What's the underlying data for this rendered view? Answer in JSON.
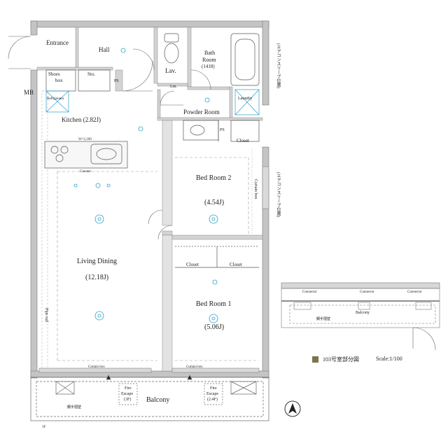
{
  "rooms": {
    "entrance": "Entrance",
    "hall": "Hall",
    "lav": "Lav.",
    "bath": "Bath",
    "bath2": "Room",
    "bath_size": "(1418)",
    "shoes1": "Shoes",
    "shoes2": "box",
    "sto": "Sto.",
    "ps": "PS",
    "lin": "Lin.",
    "mb": "MB",
    "refrigerator": "Refrigerator",
    "powder_room": "Powder Room",
    "laundry": "Laundry",
    "kitchen": "Kitchen (2.82J)",
    "ps2": "PS",
    "closet": "Closet",
    "w_dim": "W=2,100",
    "counter": "Counter",
    "bed2": "Bed Room 2",
    "bed2_size": "(4.54J)",
    "curtain_box": "Curtain box",
    "living": "Living Dining",
    "living_size": "(12.18J)",
    "closet_a": "Closet",
    "closet_b": "Closet",
    "bed1": "Bed Room 1",
    "bed1_size": "(5.06J)",
    "curtain_bottom_1": "Curtain box",
    "curtain_bottom_2": "Curtain box",
    "fire_escape_1a": "Fire",
    "fire_escape_1b": "Escape",
    "fire_escape_1c": "(3F)",
    "fire_escape_2a": "Fire",
    "fire_escape_2b": "Escape",
    "fire_escape_2c": "(2.4F)",
    "balcony": "Balcony",
    "handrail": "鋼手摺壁",
    "floor_mark": "3F",
    "pipe_label": "Pipe rail",
    "side_note_top": "(エアコンスリーブ位置)",
    "side_note_mid": "(エアコンスリーブ位置)"
  },
  "key_plan": {
    "balcony": "Balcony",
    "handrail": "鋼手摺壁",
    "connector_labels": [
      "Connector",
      "Connector",
      "Connector"
    ]
  },
  "legend": {
    "color": "#7d7449",
    "text": "103号室部分図",
    "scale": "Scale:1/100"
  },
  "compass": {
    "icon": "north-arrow-icon"
  },
  "colors": {
    "wall": "#bdbdbd",
    "wall_edge": "#7a7a7a",
    "line": "#555555",
    "fixture": "#2a9fc9"
  }
}
